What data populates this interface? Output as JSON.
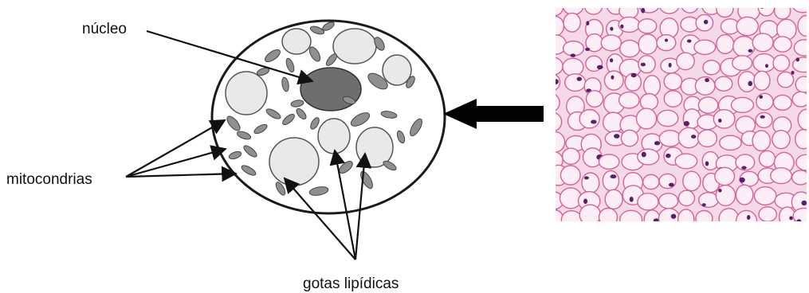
{
  "labels": {
    "nucleus": "núcleo",
    "mitochondria": "mitocondrias",
    "lipid_droplets": "gotas lipídicas"
  },
  "colors": {
    "cell_outline": "#1a1a1a",
    "nucleus_fill": "#6e6e6e",
    "droplet_fill": "#e9e9e9",
    "mitochondria_fill": "#8f8f8f",
    "arrow": "#000000",
    "micrograph_bg": "#f4d9e6",
    "micrograph_membrane": "#d9609a",
    "micrograph_nuclei": "#5b1e6e"
  }
}
